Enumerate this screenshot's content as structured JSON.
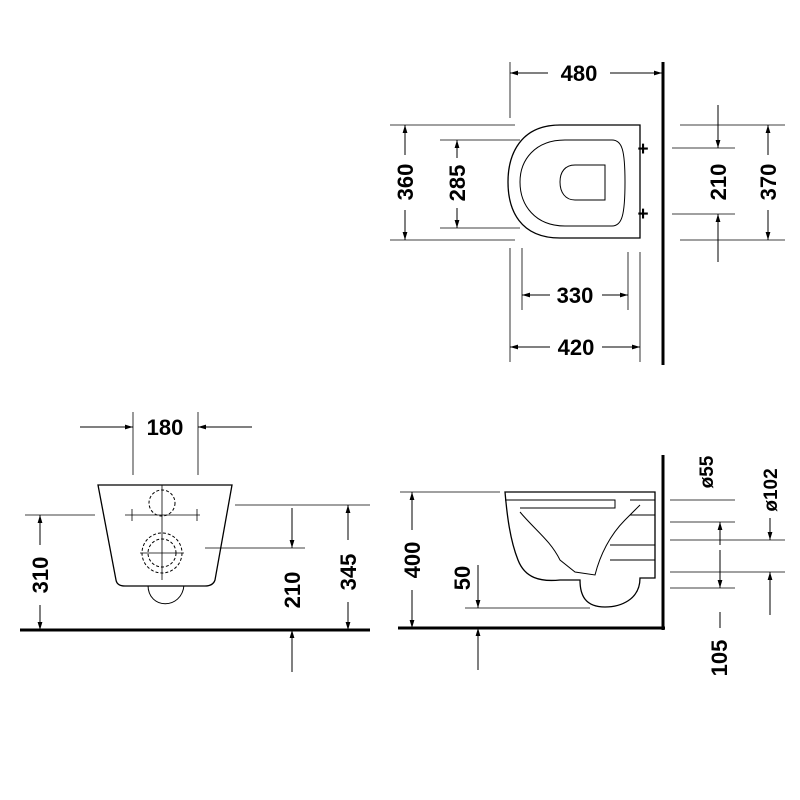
{
  "top_view": {
    "width_overall": "480",
    "depth_outer": "360",
    "depth_inner": "285",
    "fixing_spacing": "210",
    "depth_right": "370",
    "seat_length": "330",
    "bowl_length": "420"
  },
  "front_view": {
    "width": "180",
    "height_left": "310",
    "fixing_height": "210",
    "height_right": "345"
  },
  "side_view": {
    "height": "400",
    "outlet_clearance": "50",
    "inlet_diameter": "ø55",
    "outlet_diameter": "ø102",
    "outlet_height": "105"
  }
}
